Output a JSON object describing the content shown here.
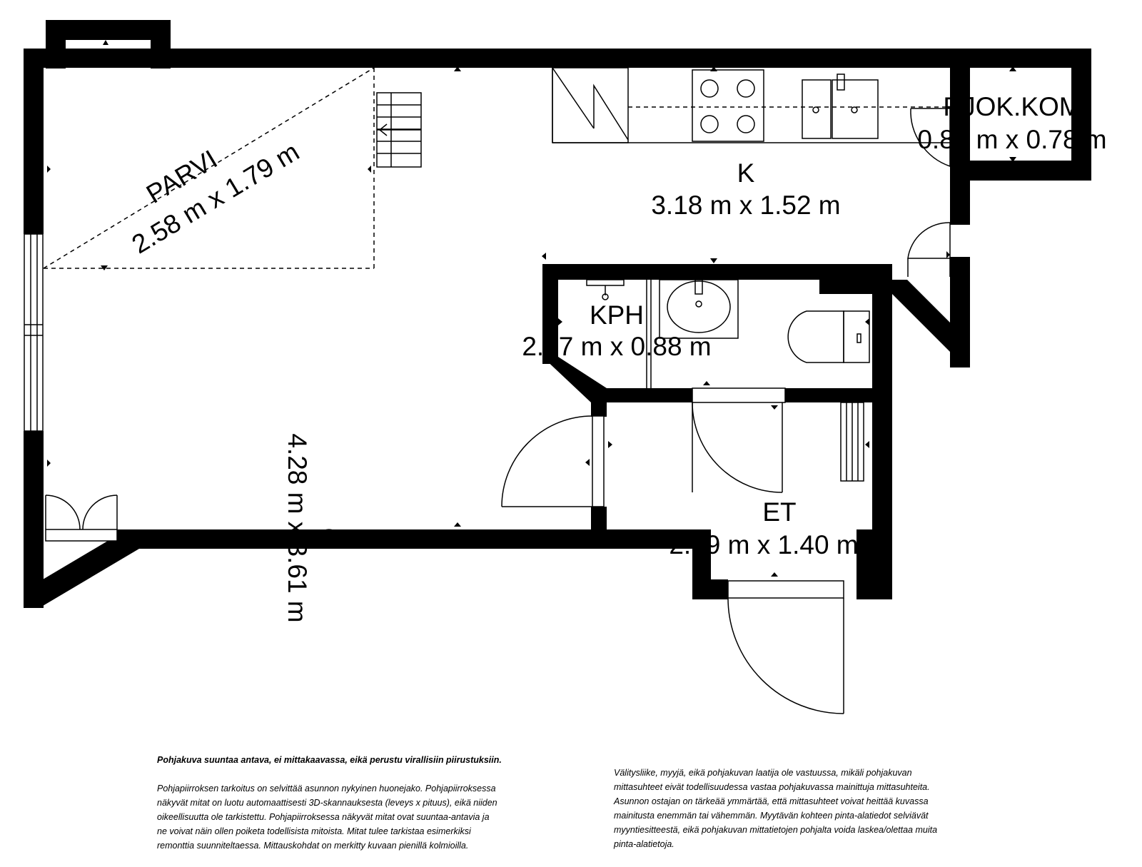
{
  "rooms": {
    "parvi": {
      "label": "PARVI",
      "dims": "2.58 m x 1.79 m"
    },
    "k": {
      "label": "K",
      "dims": "3.18 m x 1.52 m"
    },
    "rjok": {
      "label": "RJOK.KOM",
      "dims": "0.84 m x 0.78 m"
    },
    "kph": {
      "label": "KPH",
      "dims": "2.47 m x 0.88 m"
    },
    "et": {
      "label": "ET",
      "dims": "2.59 m x 1.40 m"
    },
    "o": {
      "label": "O",
      "dims": "4.28 m x 3.61 m"
    }
  },
  "disclaimer": {
    "left_title": "Pohjakuva suuntaa antava, ei mittakaavassa, eikä perustu virallisiin piirustuksiin.",
    "left_body": "Pohjapiirroksen tarkoitus on selvittää asunnon nykyinen huonejako. Pohjapiirroksessa\nnäkyvät mitat on luotu automaattisesti 3D-skannauksesta (leveys x pituus), eikä niiden\noikeellisuutta ole tarkistettu. Pohjapiirroksessa näkyvät mitat ovat suuntaa-antavia ja\nne voivat näin ollen poiketa todellisista mitoista. Mitat tulee tarkistaa esimerkiksi\nremonttia suunniteltaessa. Mittauskohdat on merkitty kuvaan pienillä kolmioilla.",
    "right_body": "Välitysliike, myyjä, eikä pohjakuvan laatija ole vastuussa, mikäli pohjakuvan\nmittasuhteet eivät todellisuudessa vastaa pohjakuvassa mainittuja mittasuhteita.\nAsunnon ostajan on tärkeää ymmärtää, että mittasuhteet voivat heittää kuvassa\nmainitusta enemmän tai vähemmän. Myytävän kohteen pinta-alatiedot selviävät\nmyyntiesitteestä, eikä pohjakuvan mittatietojen pohjalta voida laskea/olettaa muita\npinta-alatietoja."
  }
}
